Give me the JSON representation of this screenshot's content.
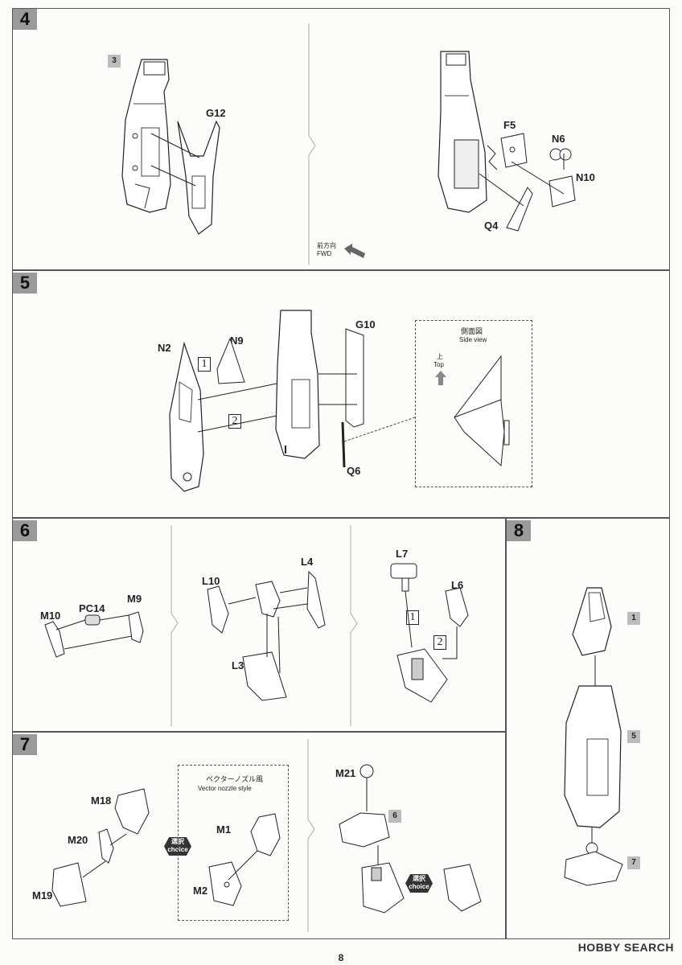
{
  "steps": {
    "s4": {
      "number": "4",
      "ref": "3",
      "parts": {
        "g12": "G12",
        "f5": "F5",
        "n6": "N6",
        "n10": "N10",
        "q4": "Q4"
      },
      "direction": {
        "jp": "前方向",
        "en": "FWD"
      }
    },
    "s5": {
      "number": "5",
      "parts": {
        "n2": "N2",
        "n9": "N9",
        "g10": "G10",
        "q6": "Q6"
      },
      "box1": "1",
      "box2": "2",
      "side_view": {
        "jp": "側面図",
        "en": "Side view",
        "top_jp": "上",
        "top_en": "Top"
      }
    },
    "s6": {
      "number": "6",
      "parts": {
        "m10": "M10",
        "pc14": "PC14",
        "m9": "M9",
        "l10": "L10",
        "l4": "L4",
        "l3": "L3",
        "l7": "L7",
        "l6": "L6"
      },
      "box1": "1",
      "box2": "2"
    },
    "s7": {
      "number": "7",
      "parts": {
        "m18": "M18",
        "m20": "M20",
        "m19": "M19",
        "m1": "M1",
        "m2": "M2",
        "m21": "M21"
      },
      "ref": "6",
      "choice": {
        "jp": "選択",
        "en": "choice"
      },
      "vector_nozzle": {
        "jp": "ベクターノズル風",
        "en": "Vector nozzle style"
      }
    },
    "s8": {
      "number": "8",
      "refs": [
        "1",
        "5",
        "7"
      ]
    }
  },
  "page_number": "8",
  "brand": "HOBBY SEARCH"
}
